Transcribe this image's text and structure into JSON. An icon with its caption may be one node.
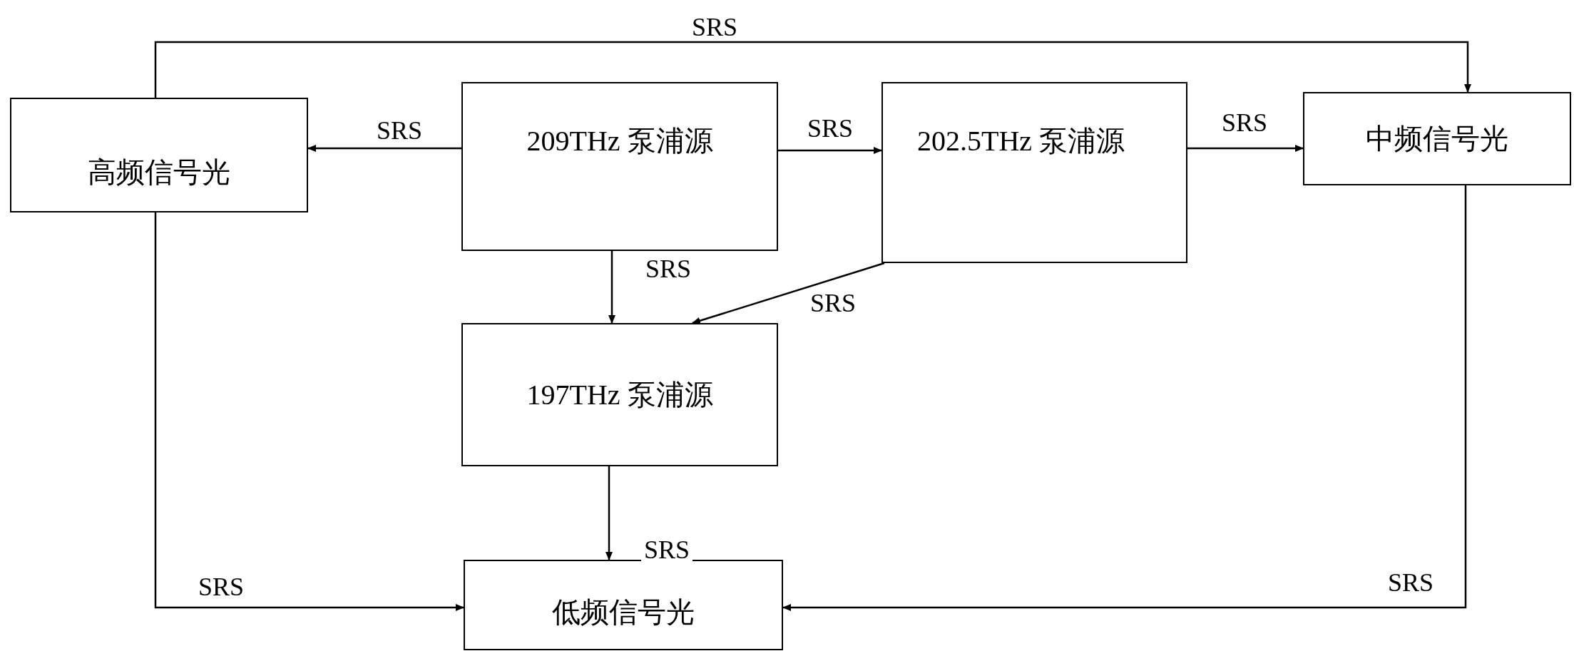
{
  "diagram": {
    "nodes": [
      {
        "text": [
          "高频信号光"
        ]
      },
      {
        "text": [
          "209THz 泵浦源"
        ]
      },
      {
        "text": [
          "202.5THz 泵浦源"
        ]
      },
      {
        "text": [
          "中频信号光"
        ]
      },
      {
        "text": [
          "197THz 泵浦源"
        ]
      },
      {
        "text": [
          "低频信号光"
        ]
      }
    ],
    "edges": [
      {
        "from": 1,
        "to": 0,
        "arrow": "to",
        "label": "SRS"
      },
      {
        "from": 1,
        "to": 2,
        "arrow": "to",
        "label": "SRS"
      },
      {
        "from": 2,
        "to": 3,
        "arrow": "to",
        "label": "SRS"
      },
      {
        "from": 1,
        "to": 4,
        "arrow": "to",
        "label": "SRS"
      },
      {
        "from": 2,
        "to": 4,
        "arrow": "to",
        "label": "SRS"
      },
      {
        "from": 4,
        "to": 5,
        "arrow": "to",
        "label": "SRS"
      },
      {
        "from": 0,
        "to": 3,
        "arrow": "to",
        "label": "SRS"
      },
      {
        "from": 0,
        "to": 5,
        "arrow": "to",
        "label": "SRS"
      },
      {
        "from": 3,
        "to": 5,
        "arrow": "to",
        "label": "SRS"
      }
    ]
  }
}
